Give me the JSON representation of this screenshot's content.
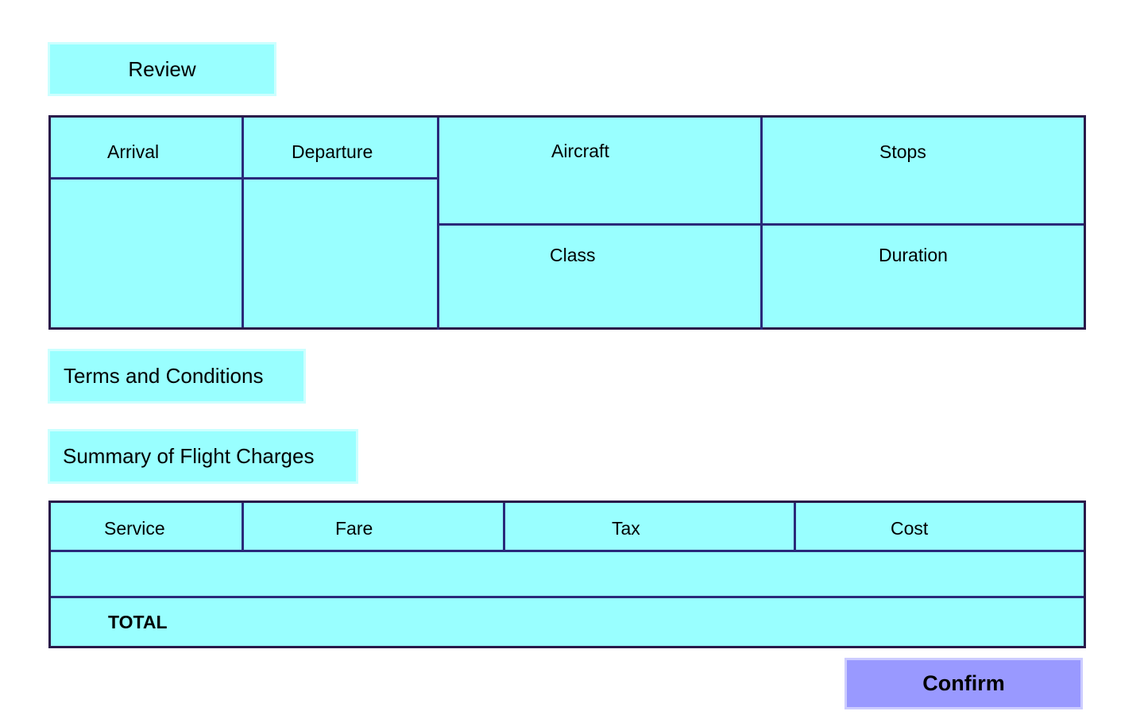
{
  "review": {
    "label": "Review"
  },
  "flight_table": {
    "headers": {
      "arrival": "Arrival",
      "departure": "Departure",
      "aircraft": "Aircraft",
      "stops": "Stops",
      "class": "Class",
      "duration": "Duration"
    }
  },
  "terms": {
    "label": "Terms and Conditions"
  },
  "summary": {
    "label": "Summary of Flight Charges"
  },
  "charges_table": {
    "headers": {
      "service": "Service",
      "fare": "Fare",
      "tax": "Tax",
      "cost": "Cost"
    },
    "total_label": "TOTAL"
  },
  "confirm": {
    "label": "Confirm"
  },
  "colors": {
    "cell_fill": "#99ffff",
    "label_border": "#ccffff",
    "grid_line": "#2a2a7a",
    "button_fill": "#9999ff",
    "button_border": "#ccccff"
  }
}
